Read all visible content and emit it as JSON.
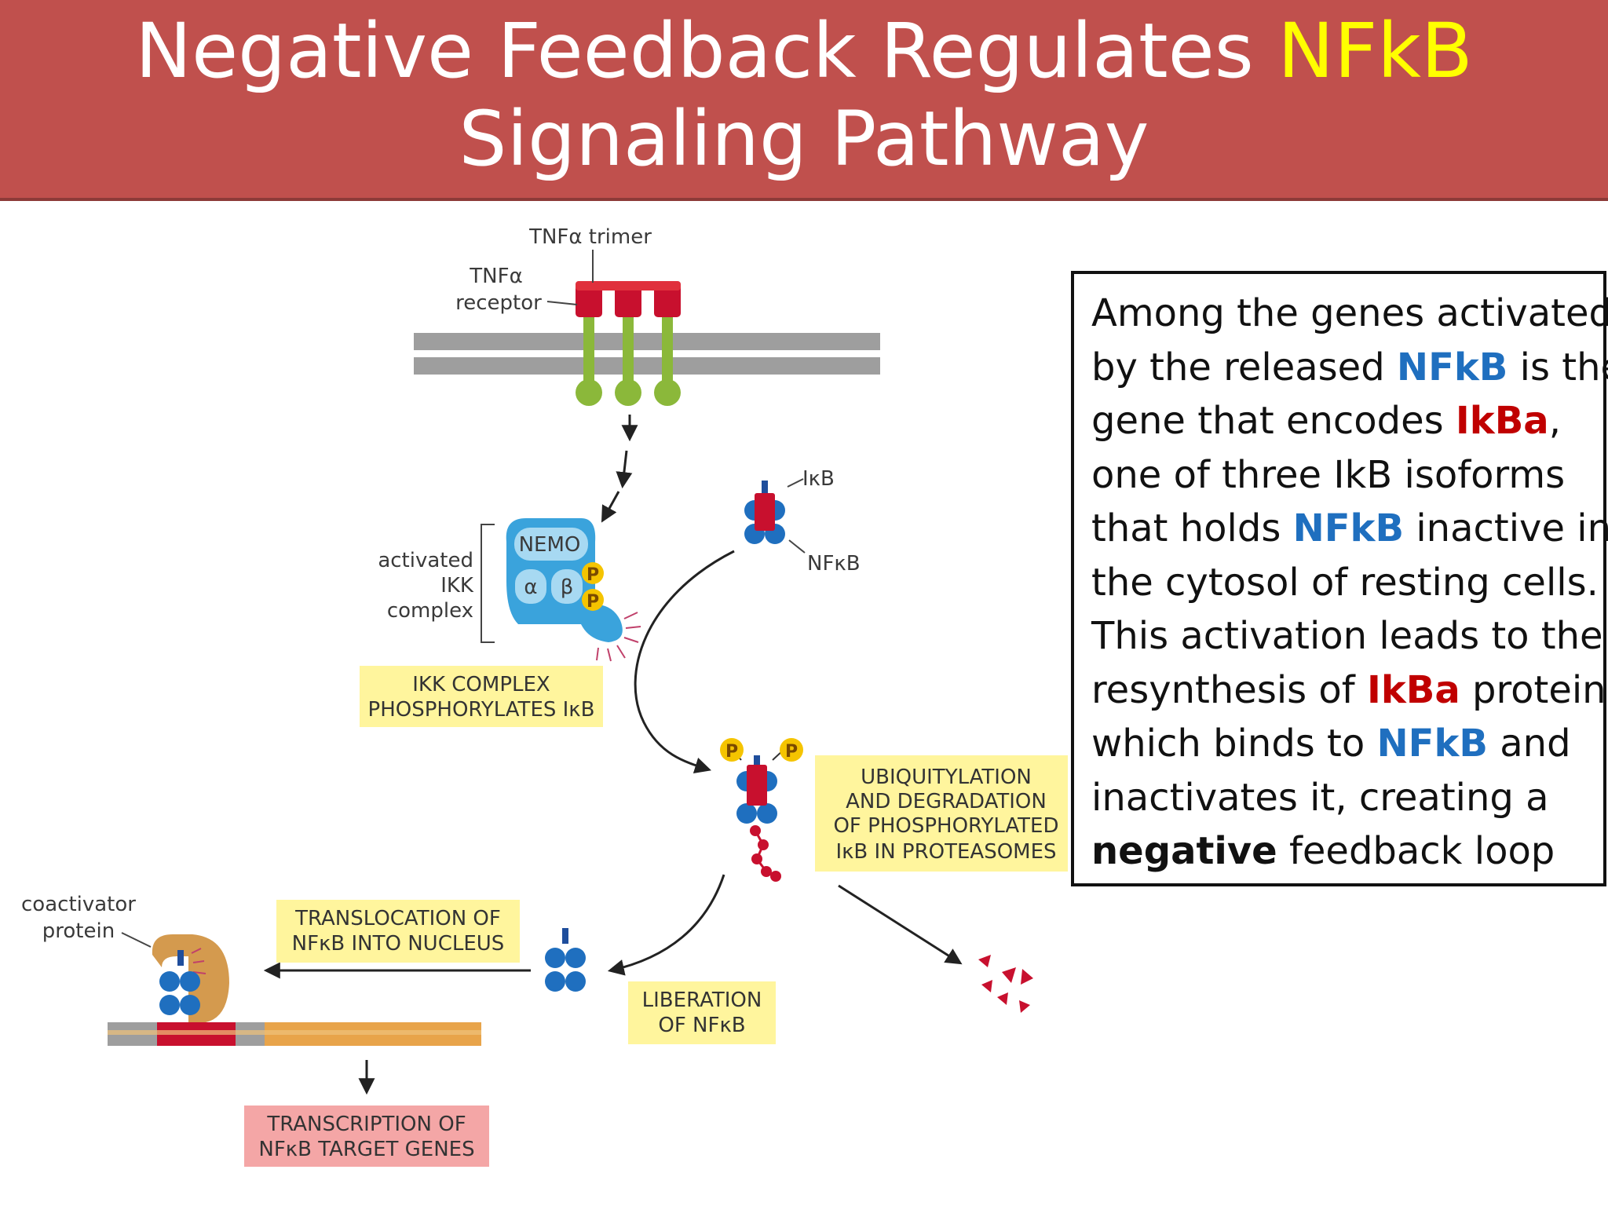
{
  "title": {
    "line1_prefix": "Negative Feedback Regulates ",
    "line1_highlight": "NFkB",
    "line2": "Signaling Pathway"
  },
  "diagram": {
    "labels": {
      "tnfa_trimer": "TNFα trimer",
      "tnfa_receptor_line1": "TNFα",
      "tnfa_receptor_line2": "receptor",
      "ikb": "IκB",
      "nfkb": "NFκB",
      "nemo": "NEMO",
      "alpha": "α",
      "beta": "β",
      "phospho": "P",
      "activated_ikk_line1": "activated",
      "activated_ikk_line2": "IKK",
      "activated_ikk_line3": "complex",
      "coactivator_line1": "coactivator",
      "coactivator_line2": "protein"
    },
    "captions": {
      "ikk_phosphorylates_line1": "IKK COMPLEX",
      "ikk_phosphorylates_line2": "PHOSPHORYLATES IκB",
      "ubiquitylation_line1": "UBIQUITYLATION",
      "ubiquitylation_line2": "AND DEGRADATION",
      "ubiquitylation_line3": "OF PHOSPHORYLATED",
      "ubiquitylation_line4": "IκB IN PROTEASOMES",
      "translocation_line1": "TRANSLOCATION OF",
      "translocation_line2": "NFκB INTO NUCLEUS",
      "liberation_line1": "LIBERATION",
      "liberation_line2": "OF NFκB",
      "transcription_line1": "TRANSCRIPTION OF",
      "transcription_line2": "NFκB TARGET GENES"
    }
  },
  "textbox": {
    "l1": "Among the genes activated",
    "l2_a": "by the released ",
    "l2_b": "NFkB",
    "l2_c": " is the",
    "l3_a": "gene that encodes ",
    "l3_b": "IkBa",
    "l3_c": ",",
    "l4": "one of three IkB isoforms",
    "l5_a": "that holds ",
    "l5_b": "NFkB",
    "l5_c": " inactive in",
    "l6": "the cytosol of resting cells.",
    "l7": "This activation leads to the",
    "l8_a": "resynthesis of ",
    "l8_b": "IkBa",
    "l8_c": " protein,",
    "l9_a": "which binds to ",
    "l9_b": "NFkB",
    "l9_c": " and",
    "l10": "inactivates it, creating a",
    "l11_a": "negative",
    "l11_b": " feedback loop"
  },
  "colors": {
    "title_bg": "#c0504d",
    "title_highlight": "#ffff00",
    "nfkb_blue": "#1f6fbf",
    "ikba_red": "#c00000",
    "caption_yellow": "#fff59d",
    "caption_pink": "#f4a6a6",
    "receptor_green": "#8bb83a",
    "tnf_red": "#c8102e",
    "ikk_blue": "#3aa3dc",
    "phospho_yellow": "#f5c400",
    "dna_orange": "#e8a44a"
  }
}
